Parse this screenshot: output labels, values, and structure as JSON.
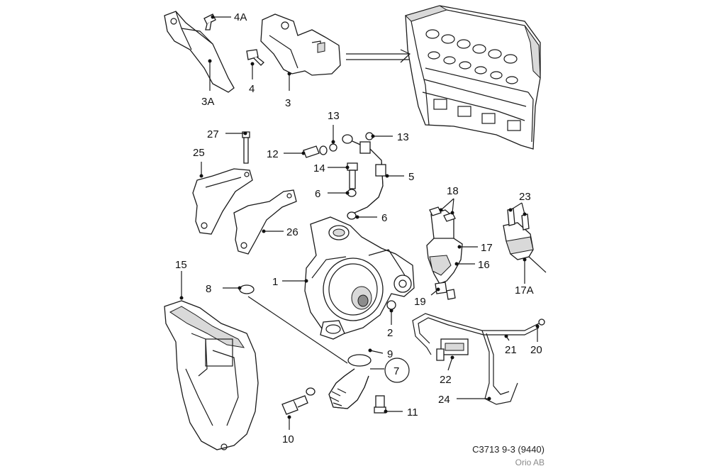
{
  "callouts": {
    "c4A": "4A",
    "c3A": "3A",
    "c4": "4",
    "c3": "3",
    "c13a": "13",
    "c13b": "13",
    "c27": "27",
    "c12": "12",
    "c25": "25",
    "c14": "14",
    "c5": "5",
    "c6a": "6",
    "c6b": "6",
    "c18": "18",
    "c23": "23",
    "c26": "26",
    "c17": "17",
    "c16": "16",
    "c1": "1",
    "c15": "15",
    "c8": "8",
    "c19": "19",
    "c17A": "17A",
    "c2": "2",
    "c9": "9",
    "c7": "7",
    "c20": "20",
    "c21": "21",
    "c22": "22",
    "c24": "24",
    "c11": "11",
    "c10": "10"
  },
  "footer": {
    "reference": "C3713 9-3 (9440)",
    "organization": "Orio AB"
  }
}
